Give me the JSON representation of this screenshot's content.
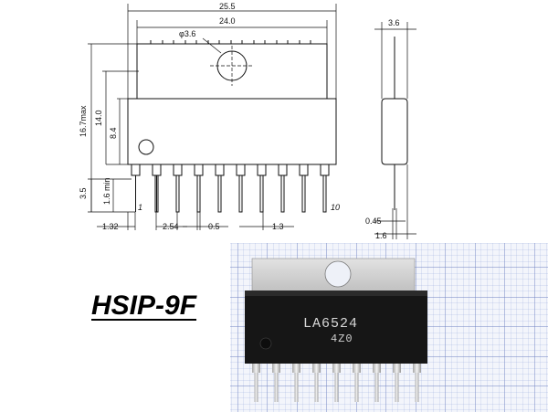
{
  "package": {
    "name": "HSIP-9F"
  },
  "dimensions": {
    "overall_width": "25.5",
    "tab_width": "24.0",
    "hole_diameter": "φ3.6",
    "max_height": "16.7max",
    "body_height": "14.0",
    "pin_to_hole": "8.4",
    "lead_length": "3.5",
    "lead_min": "1.6 min",
    "edge_offset": "1.32",
    "pitch": "2.54",
    "lead_width": "0.5",
    "lead_spacing": "1.3",
    "side_thickness": "3.6",
    "lead_thickness": "0.45",
    "lead_offset": "1.6"
  },
  "pin_labels": {
    "first": "1",
    "last": "10"
  },
  "photo": {
    "marking_line1": "LA6524",
    "marking_line2": "4Z0"
  },
  "colors": {
    "line": "#111111",
    "grid": "#7d8cc2",
    "body": "#1a1a1a",
    "tab": "#c9c9c9"
  }
}
